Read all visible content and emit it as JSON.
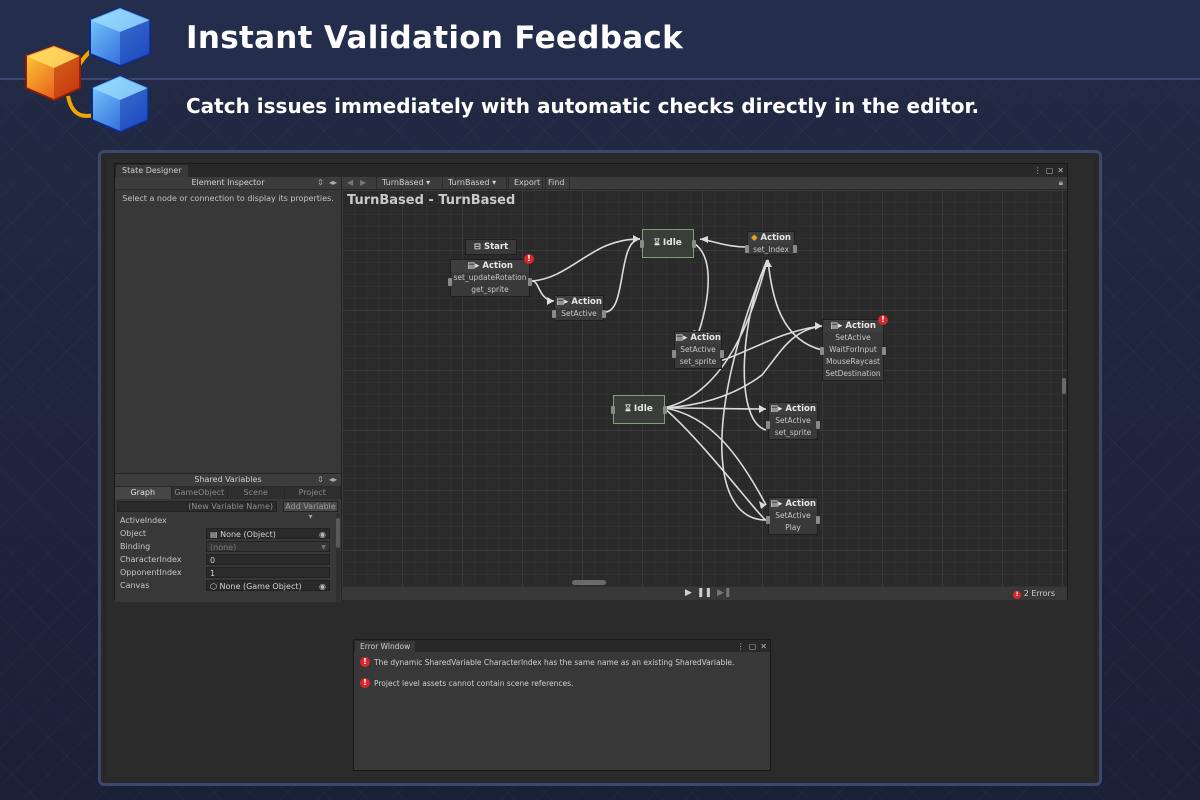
{
  "header": {
    "title": "Instant Validation Feedback",
    "subtitle": "Catch issues immediately with automatic checks directly in the editor."
  },
  "designer": {
    "tab_label": "State Designer",
    "inspector": {
      "header": "Element Inspector",
      "message": "Select a node or connection to display its properties."
    },
    "toolbar": {
      "back_icon": "◀",
      "forward_icon": "▶",
      "graph_select": "TurnBased",
      "graph_select_2": "TurnBased",
      "export_label": "Export",
      "find_label": "Find"
    },
    "graph_title": "TurnBased - TurnBased",
    "shared_variables": {
      "header": "Shared Variables",
      "tabs": [
        "Graph",
        "GameObject",
        "Scene",
        "Project"
      ],
      "new_variable_placeholder": "(New Variable Name)",
      "add_variable_label": "Add Variable",
      "group_label": "ActiveIndex",
      "rows": [
        {
          "label": "Object",
          "value": "None (Object)"
        },
        {
          "label": "Binding",
          "value": "(none)"
        },
        {
          "label": "CharacterIndex",
          "value": "0"
        },
        {
          "label": "OpponentIndex",
          "value": "1"
        },
        {
          "label": "Canvas",
          "value": "None (Game Object)"
        }
      ]
    },
    "nodes": {
      "start": {
        "label": "Start"
      },
      "action1": {
        "title": "Action",
        "tasks": [
          "set_updateRotation",
          "get_sprite"
        ]
      },
      "action2": {
        "title": "Action",
        "tasks": [
          "SetActive"
        ]
      },
      "idle1": {
        "title": "Idle"
      },
      "action3": {
        "title": "Action",
        "tasks": [
          "set_Index"
        ]
      },
      "action4": {
        "title": "Action",
        "tasks": [
          "SetActive",
          "set_sprite"
        ]
      },
      "action5": {
        "title": "Action",
        "tasks": [
          "SetActive",
          "WaitForInput",
          "MouseRaycast",
          "SetDestination"
        ]
      },
      "idle2": {
        "title": "Idle"
      },
      "action6": {
        "title": "Action",
        "tasks": [
          "SetActive",
          "set_sprite"
        ]
      },
      "action7": {
        "title": "Action",
        "tasks": [
          "SetActive",
          "Play"
        ]
      }
    },
    "footer": {
      "error_count": "2 Errors"
    }
  },
  "error_window": {
    "tab_label": "Error Window",
    "messages": [
      "The dynamic SharedVariable CharacterIndex has the same name as an existing SharedVariable.",
      "Project level assets cannot contain scene references."
    ]
  }
}
